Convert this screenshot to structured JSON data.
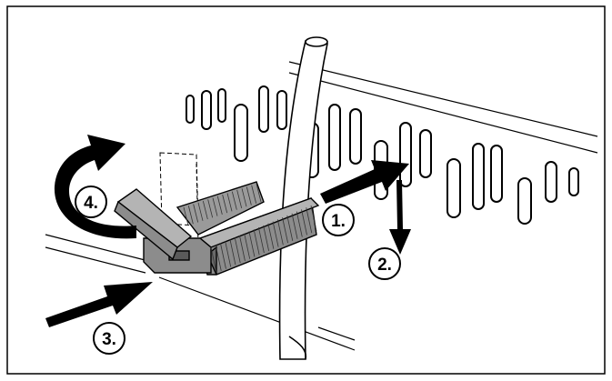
{
  "steps": [
    {
      "label": "1."
    },
    {
      "label": "2."
    },
    {
      "label": "3."
    },
    {
      "label": "4."
    }
  ],
  "icons": [
    "arrow-right-icon",
    "arrow-down-icon",
    "rotate-arrow-icon"
  ],
  "colors": {
    "line": "#000000",
    "clip_fill": "#8c8c8c",
    "clip_light": "#b4b4b4",
    "clip_dark": "#5a5a5a",
    "background": "#ffffff"
  }
}
